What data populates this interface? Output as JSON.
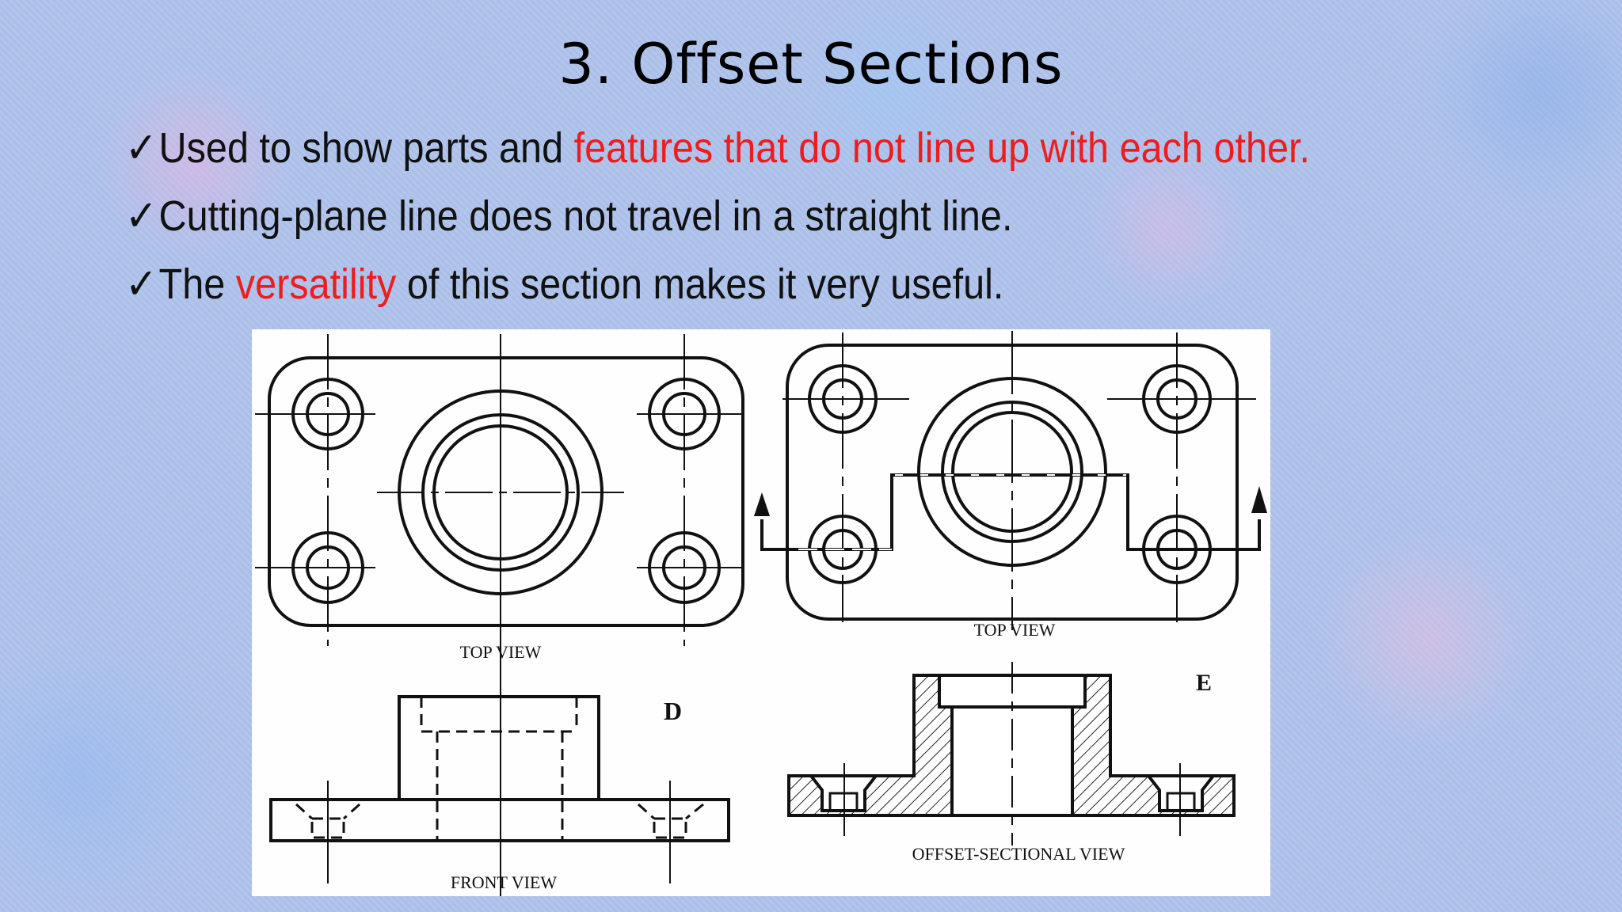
{
  "slide": {
    "title": "3. Offset Sections",
    "check_glyph": "✓",
    "bullets": [
      {
        "before": "Used to show parts and ",
        "highlight": "features that do not line up with each other.",
        "after": ""
      },
      {
        "before": "Cutting-plane line does not travel in a straight line.",
        "highlight": "",
        "after": ""
      },
      {
        "before": "The ",
        "highlight": "versatility",
        "after": " of this section makes it very useful."
      }
    ],
    "highlight_color": "#ee1c1c"
  },
  "figure": {
    "left_top_label": "TOP VIEW",
    "left_front_label": "FRONT VIEW",
    "left_letter": "D",
    "right_top_label": "TOP VIEW",
    "right_section_label": "OFFSET-SECTIONAL VIEW",
    "right_letter": "E"
  }
}
